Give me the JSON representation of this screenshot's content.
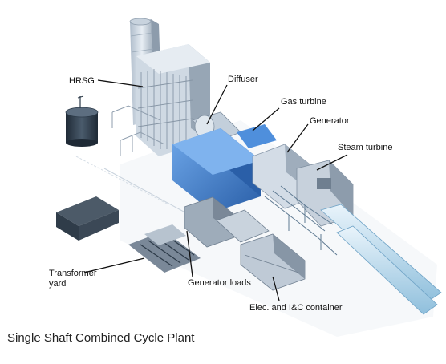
{
  "labels": {
    "hrsg": "HRSG",
    "diffuser": "Diffuser",
    "gas_turbine": "Gas turbine",
    "generator": "Generator",
    "steam_turbine": "Steam turbine",
    "transformer_yard_line1": "Transformer",
    "transformer_yard_line2": "yard",
    "generator_loads": "Generator loads",
    "elec_ic_container": "Elec. and I&C container"
  },
  "caption": "Single Shaft Combined Cycle Plant",
  "colors": {
    "structure_light": "#dfe7ee",
    "structure_mid": "#b9c6d3",
    "structure_dark": "#6f7f90",
    "gas_turbine_blue": "#3d7fd0",
    "gas_turbine_blue_dark": "#2a5fa8",
    "tank_dark": "#2c3a48",
    "pipe_blue": "#a9cfe6"
  }
}
